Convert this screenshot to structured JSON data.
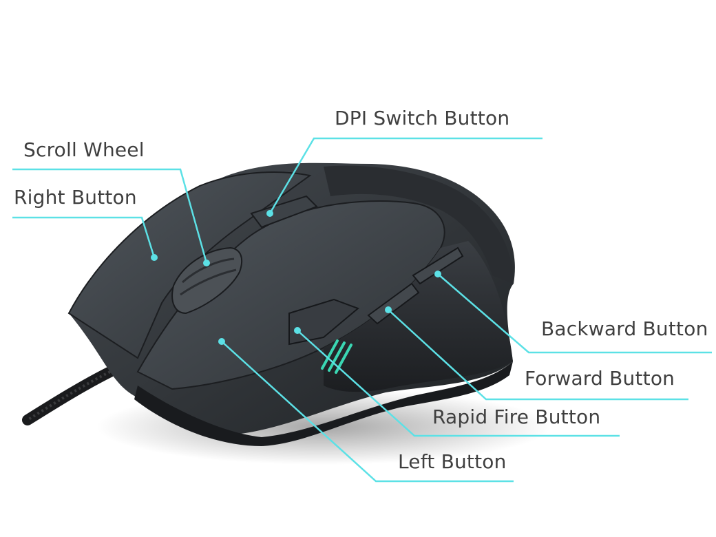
{
  "labels": {
    "dpi_switch": "DPI Switch Button",
    "scroll_wheel": "Scroll Wheel",
    "right_button": "Right Button",
    "backward_button": "Backward Button",
    "forward_button": "Forward Button",
    "rapid_fire_button": "Rapid Fire Button",
    "left_button": "Left Button"
  },
  "colors": {
    "leader_line": "#5ce1e6",
    "mouse_body": "#2e3135",
    "accent_led": "#3ad7b3",
    "label_text": "#3f3f3f"
  }
}
